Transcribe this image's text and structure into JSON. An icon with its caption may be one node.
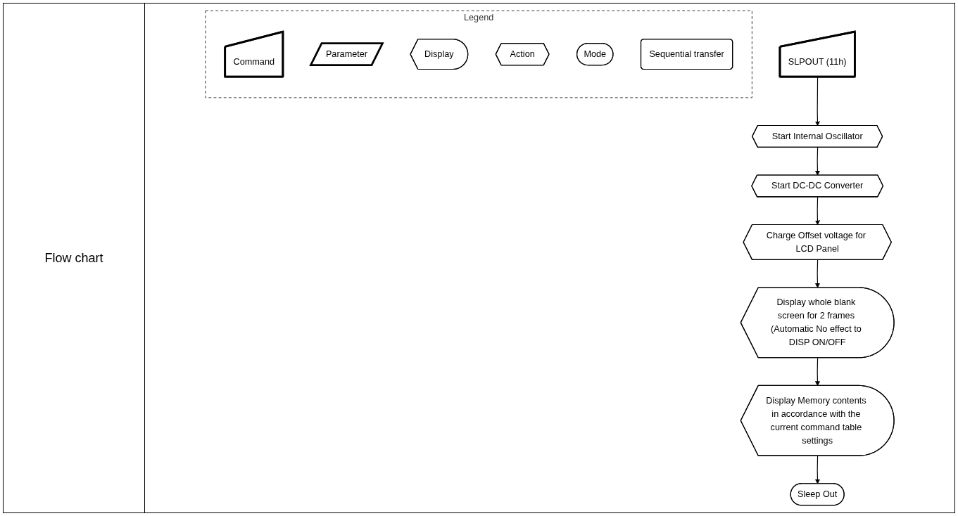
{
  "diagram": {
    "nodes": [
      {
        "text": [
          "SLPOUT (11h)"
        ]
      },
      {
        "text": [
          "Start Internal Oscillator"
        ]
      },
      {
        "text": [
          "Start DC-DC Converter"
        ]
      },
      {
        "text": [
          "Charge Offset voltage for LCD Panel"
        ]
      },
      {
        "text": [
          "Display whole blank screen for 2 frames (Automatic No effect to DISP ON/OFF"
        ]
      },
      {
        "text": [
          "Display Memory contents in accordance with the current command table settings"
        ]
      },
      {
        "text": [
          "Sleep Out"
        ]
      },
      {
        "text": [
          "Legend"
        ]
      },
      {
        "text": [
          "Command"
        ],
        "in": 7
      },
      {
        "text": [
          "Parameter"
        ],
        "in": 7
      },
      {
        "text": [
          "Display"
        ],
        "in": 7
      },
      {
        "text": [
          "Action"
        ],
        "in": 7
      },
      {
        "text": [
          "Mode"
        ],
        "in": 7
      },
      {
        "text": [
          "Sequential transfer"
        ],
        "in": 7
      }
    ],
    "edges": [
      {
        "from": 0,
        "to": 1,
        "arrow": "to"
      },
      {
        "from": 1,
        "to": 2,
        "arrow": "to"
      },
      {
        "from": 2,
        "to": 3,
        "arrow": "to"
      },
      {
        "from": 3,
        "to": 4,
        "arrow": "to"
      },
      {
        "from": 4,
        "to": 5,
        "arrow": "to"
      },
      {
        "from": 5,
        "to": 6,
        "arrow": "to"
      }
    ],
    "labels": [
      "Flow chart"
    ]
  }
}
